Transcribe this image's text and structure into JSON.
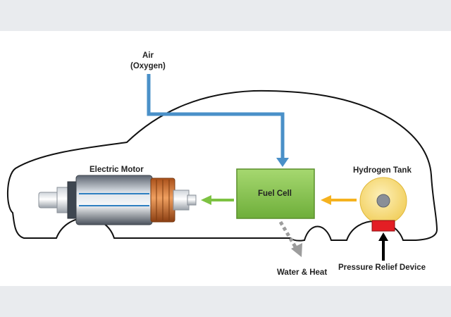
{
  "labels": {
    "air": "Air",
    "oxygen": "(Oxygen)",
    "electric_motor": "Electric Motor",
    "fuel_cell": "Fuel Cell",
    "hydrogen_tank": "Hydrogen Tank",
    "water_heat": "Water & Heat",
    "pressure_relief": "Pressure Relief Device"
  },
  "colors": {
    "air_arrow": "#4a90c8",
    "fuel_cell_fill": "#8cc850",
    "motor_arrow": "#7dc242",
    "hydrogen_arrow": "#f5b21f",
    "tank_fill": "#f9e08a",
    "relief_device": "#e31e24",
    "water_arrow": "#9d9d9d",
    "car_outline": "#111111",
    "copper": "#d9742a"
  },
  "icons": {
    "car": "car-outline-icon",
    "motor": "electric-motor-icon",
    "tank": "hydrogen-tank-icon"
  }
}
